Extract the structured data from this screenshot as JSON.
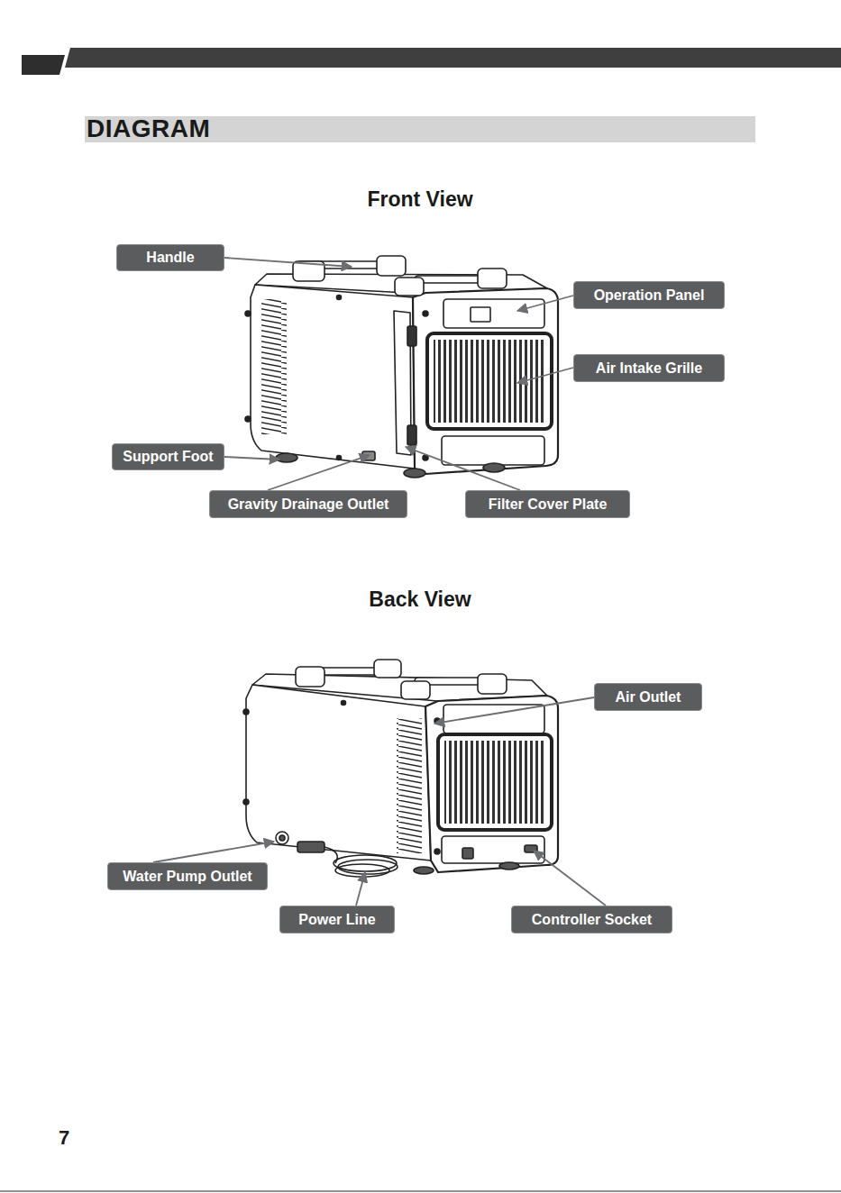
{
  "diagram": {
    "title": "DIAGRAM",
    "nodes": [
      {
        "text": [
          "Handle"
        ]
      },
      {
        "text": [
          "Operation Panel"
        ]
      },
      {
        "text": [
          "Air Intake Grille"
        ]
      },
      {
        "text": [
          "Support Foot"
        ]
      },
      {
        "text": [
          "Gravity Drainage Outlet"
        ]
      },
      {
        "text": [
          "Filter Cover Plate"
        ]
      },
      {
        "text": [
          "Air Outlet"
        ]
      },
      {
        "text": [
          "Water Pump Outlet"
        ]
      },
      {
        "text": [
          "Power Line"
        ]
      },
      {
        "text": [
          "Controller Socket"
        ]
      }
    ],
    "labels": [
      "Front View",
      "Back View",
      "7"
    ]
  }
}
